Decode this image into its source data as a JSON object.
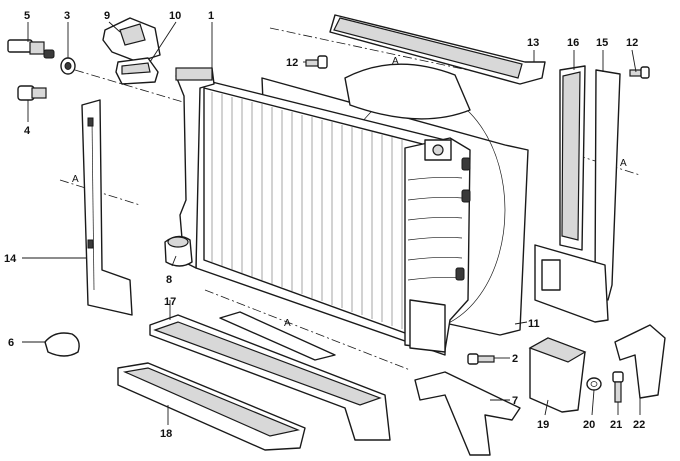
{
  "callouts": {
    "c1": "1",
    "c2": "2",
    "c3": "3",
    "c4": "4",
    "c5": "5",
    "c6": "6",
    "c7": "7",
    "c8": "8",
    "c9": "9",
    "c10": "10",
    "c11": "11",
    "c12a": "12",
    "c12b": "12",
    "c13": "13",
    "c14": "14",
    "c15": "15",
    "c16": "16",
    "c17": "17",
    "c18": "18",
    "c19": "19",
    "c20": "20",
    "c21": "21",
    "c22": "22"
  },
  "section_marks": {
    "a1": "A",
    "a2": "A",
    "a3": "A",
    "a4": "A"
  }
}
